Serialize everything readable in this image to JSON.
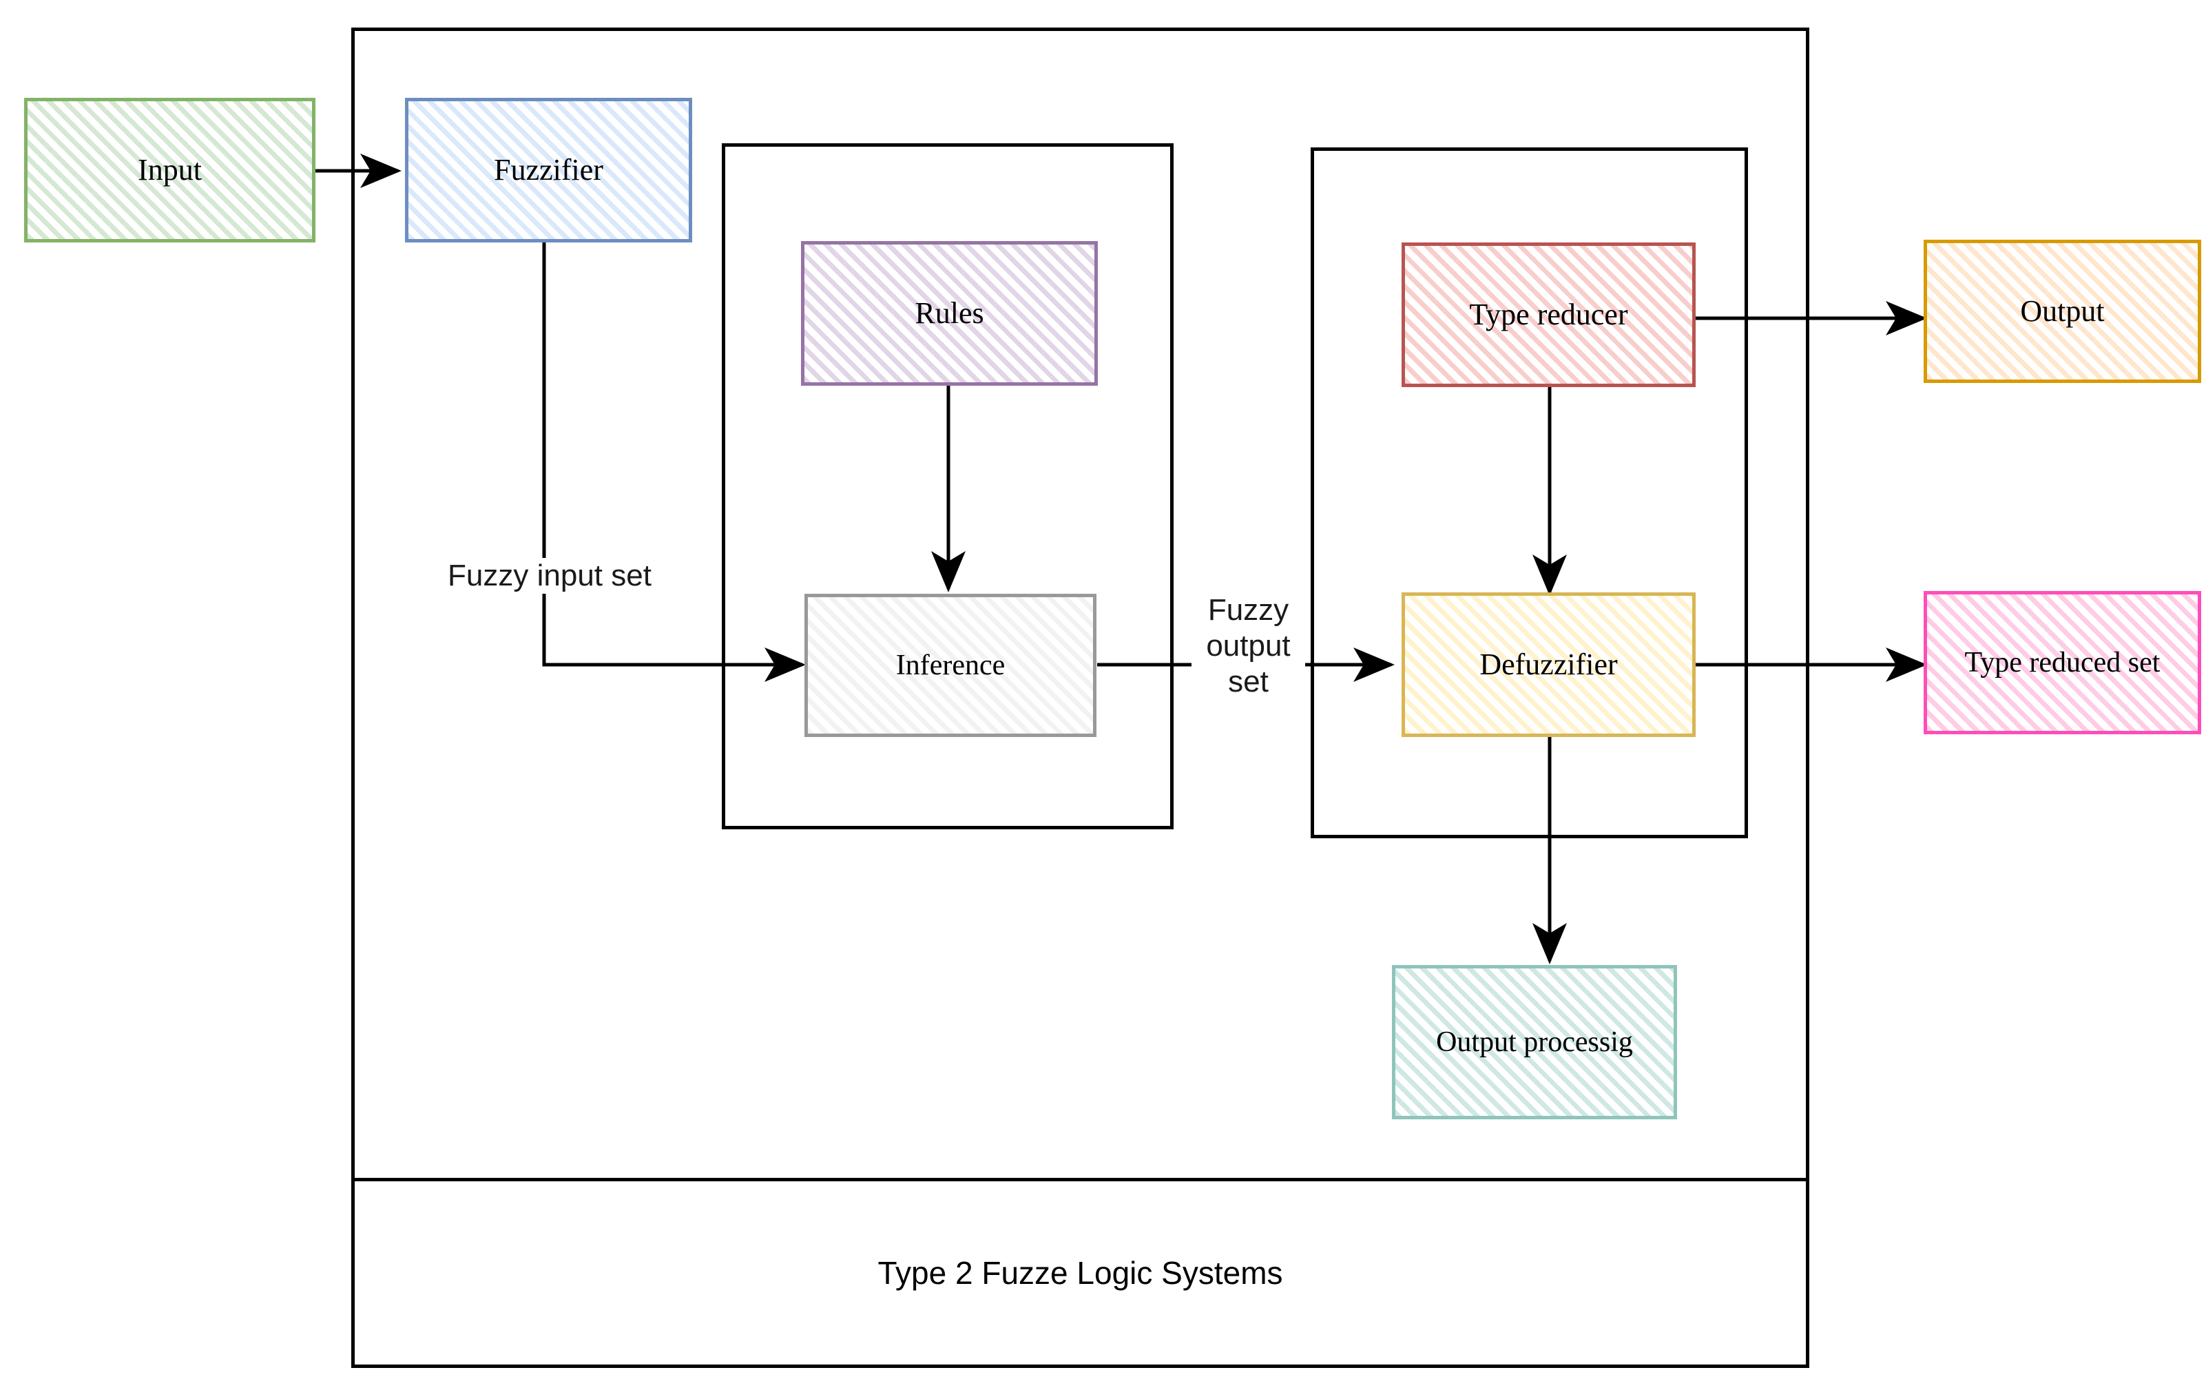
{
  "diagram": {
    "title": "Type 2 Fuzze Logic Systems",
    "background_color": "#ffffff",
    "line_color": "#000000"
  },
  "nodes": {
    "input": {
      "label": "Input",
      "stroke": "#82b366",
      "fill": "#d5e8d4"
    },
    "fuzzifier": {
      "label": "Fuzzifier",
      "stroke": "#6c8ebf",
      "fill": "#dae8fc"
    },
    "rules": {
      "label": "Rules",
      "stroke": "#9673a6",
      "fill": "#e1d5e7"
    },
    "inference": {
      "label": "Inference",
      "stroke": "#999999",
      "fill": "#f5f5f5"
    },
    "type_reducer": {
      "label": "Type reducer",
      "stroke": "#b85450",
      "fill": "#f8cecc"
    },
    "defuzzifier": {
      "label": "Defuzzifier",
      "stroke": "#d6b656",
      "fill": "#fff2cc"
    },
    "output": {
      "label": "Output",
      "stroke": "#d79b00",
      "fill": "#ffe6cc"
    },
    "type_reduced_set": {
      "label": "Type reduced set",
      "stroke": "#ff4db8",
      "fill": "#ffcce6"
    },
    "output_processig": {
      "label": "Output processig",
      "stroke": "#8fc4bb",
      "fill": "#d5f0ec"
    }
  },
  "edge_labels": {
    "fuzzy_input_set": "Fuzzy input set",
    "fuzzy_output_set": "Fuzzy\noutput\nset"
  },
  "containers": {
    "rule_block_label": "",
    "type_reduction_block_label": "",
    "system_frame_label": ""
  }
}
